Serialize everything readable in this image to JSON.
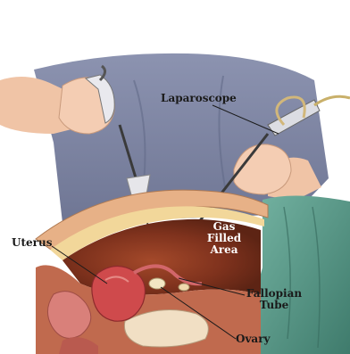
{
  "labels": {
    "laparoscope": "Laparoscope",
    "gas_line1": "Gas",
    "gas_line2": "Filled",
    "gas_line3": "Area",
    "uterus": "Uterus",
    "fallopian_line1": "Fallopian",
    "fallopian_line2": "Tube",
    "ovary": "Ovary"
  },
  "colors": {
    "shirt": "#7f86a4",
    "skin": "#f3cbb0",
    "drape": "#5e9c8c",
    "abdomen_wall": "#d79c6c",
    "cavity": "#8c3a22",
    "uterus": "#c8454a",
    "label_text": "#1a1a1a"
  }
}
